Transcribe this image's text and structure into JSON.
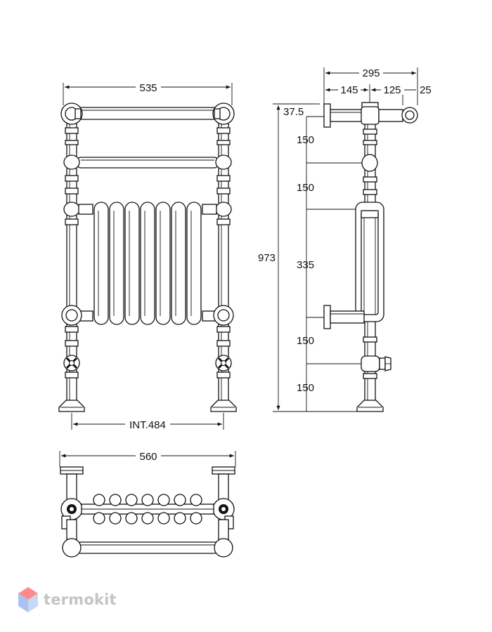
{
  "front_view": {
    "overall_width": "535",
    "interaxis": "INT.484"
  },
  "side_view": {
    "depth_total": "295",
    "depth_a": "145",
    "depth_b": "125",
    "depth_c": "25",
    "top_offset": "37.5",
    "height_total": "973",
    "spacing_1": "150",
    "spacing_2": "150",
    "spacing_3": "335",
    "spacing_4": "150",
    "spacing_5": "150"
  },
  "top_view": {
    "overall_width": "560"
  },
  "logo": {
    "text": "termokit",
    "colors": {
      "top": "#ff8a8a",
      "left": "#a9c2f2",
      "right": "#c7d7f5",
      "text": "#c4c4c4"
    }
  }
}
